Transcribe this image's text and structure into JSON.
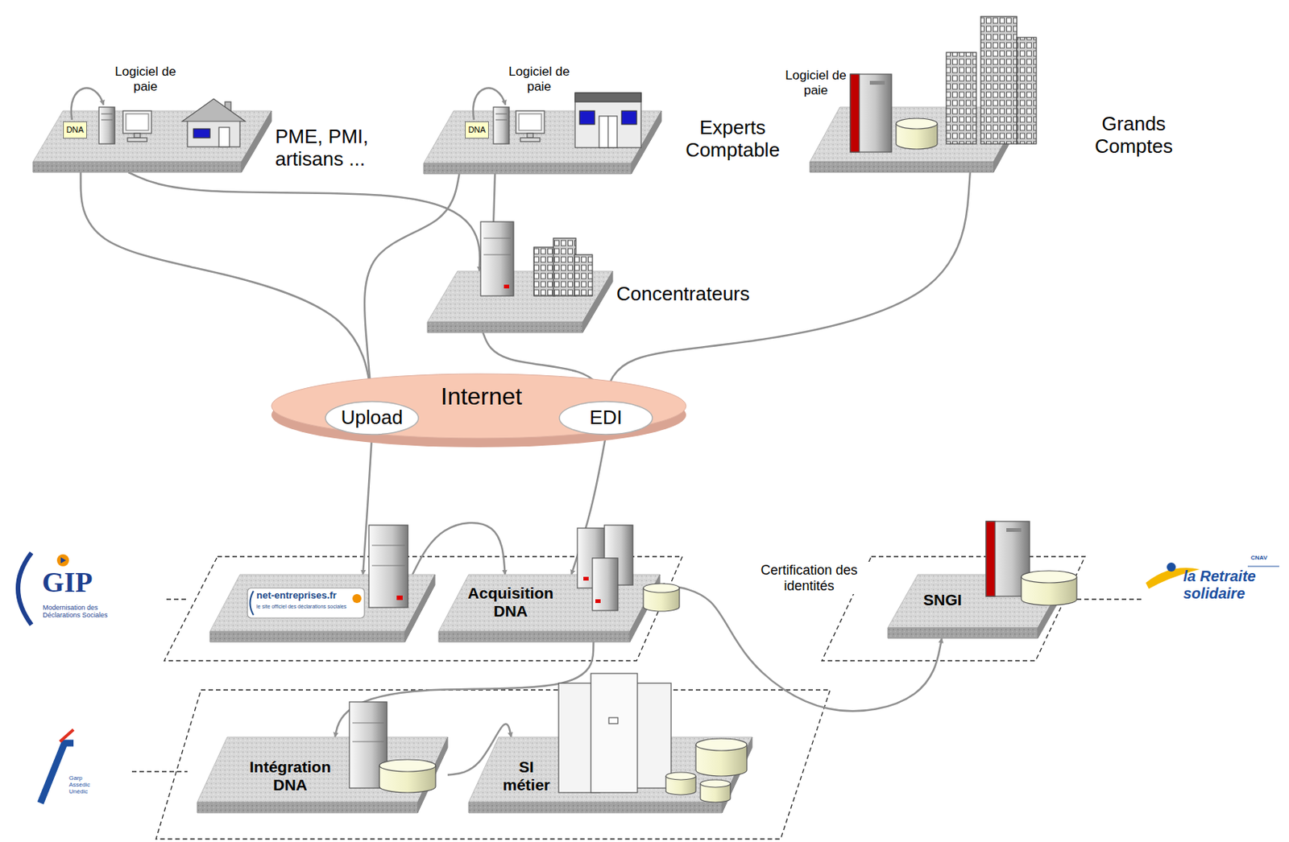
{
  "diagram": {
    "nodes": [
      {
        "text": [
          "Logiciel de paie",
          "DNA",
          "PME, PMI, artisans ..."
        ]
      },
      {
        "text": [
          "Logiciel de paie",
          "DNA",
          "Experts Comptable"
        ]
      },
      {
        "text": [
          "Logiciel de paie",
          "Grands Comptes"
        ]
      },
      {
        "text": [
          "Concentrateurs"
        ]
      },
      {
        "text": [
          "Internet"
        ]
      },
      {
        "text": [
          "Upload"
        ],
        "in": 4
      },
      {
        "text": [
          "EDI"
        ],
        "in": 4
      },
      {
        "text": [
          "net-entreprises.fr",
          "le site officiel des déclarations sociales"
        ]
      },
      {
        "text": [
          "Acquisition DNA"
        ]
      },
      {
        "text": [
          "SNGI"
        ]
      },
      {
        "text": [
          "Intégration DNA"
        ]
      },
      {
        "text": [
          "SI métier"
        ]
      }
    ],
    "edges": [
      {
        "from": 0,
        "to": 3,
        "arrow": "to"
      },
      {
        "from": 0,
        "to": 5,
        "arrow": "to"
      },
      {
        "from": 1,
        "to": 5,
        "arrow": "to"
      },
      {
        "from": 1,
        "to": 3,
        "arrow": "to"
      },
      {
        "from": 2,
        "to": 6,
        "arrow": "to"
      },
      {
        "from": 3,
        "to": 6,
        "arrow": "to"
      },
      {
        "from": 5,
        "to": 7,
        "arrow": "to"
      },
      {
        "from": 6,
        "to": 8,
        "arrow": "to"
      },
      {
        "from": 7,
        "to": 8,
        "arrow": "to"
      },
      {
        "from": 8,
        "to": 9,
        "label": "Certification des identités",
        "arrow": "both"
      },
      {
        "from": 8,
        "to": 10,
        "arrow": "to"
      },
      {
        "from": 10,
        "to": 11,
        "arrow": "to"
      }
    ],
    "labels": [
      "GIP",
      "Modernisation des Déclarations Sociales",
      "CNAV",
      "la Retraite solidaire",
      "Garp Assédic Unédic"
    ]
  }
}
